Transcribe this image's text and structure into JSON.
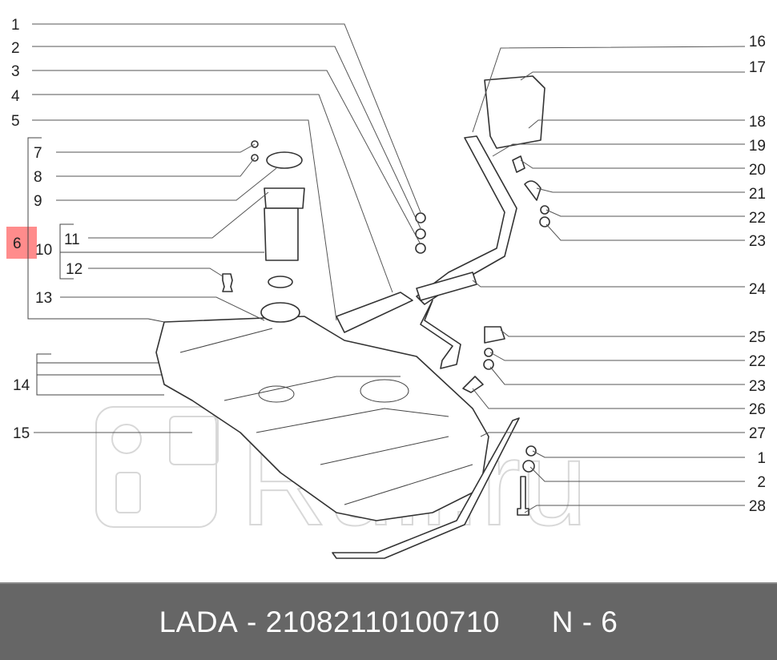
{
  "diagram": {
    "callouts_left": [
      "1",
      "2",
      "3",
      "4",
      "5",
      "7",
      "8",
      "9",
      "11",
      "10",
      "12",
      "13",
      "14",
      "15"
    ],
    "callouts_right": [
      "16",
      "17",
      "18",
      "19",
      "20",
      "21",
      "22",
      "23",
      "24",
      "25",
      "22",
      "23",
      "26",
      "27",
      "1",
      "2",
      "28"
    ],
    "highlighted_callout": "6",
    "highlight_color": "#ff7f7f",
    "watermark": "Ruli.ru"
  },
  "footer": {
    "brand": "LADA",
    "separator": " - ",
    "part_number": "21082110100710",
    "position_label": "N - 6"
  }
}
